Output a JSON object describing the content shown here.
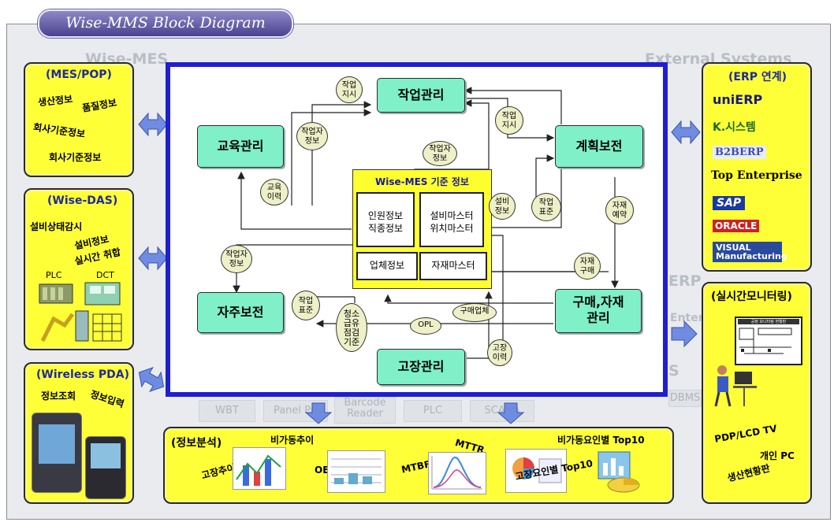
{
  "title": "Wise-MMS Block Diagram",
  "background_labels": {
    "wise_mes": "Wise-MES",
    "external_systems": "External Systems",
    "bottom_boxes": [
      "WBT",
      "Panel PC",
      "Barcode Reader",
      "PLC",
      "SCADA"
    ],
    "erp_fragment": "ERP",
    "enterprise_fragment": "Enter",
    "dbms": "DBMS",
    "ms_fragment": "S"
  },
  "mes_pop": {
    "title": "(MES/POP)",
    "items": [
      "생산정보",
      "품질정보",
      "회사기준정보",
      "회사기준정보"
    ]
  },
  "wise_das": {
    "title": "(Wise-DAS)",
    "items": [
      "설비상태감시",
      "설비정보",
      "실시간 취합"
    ],
    "device_labels": [
      "PLC",
      "DCT"
    ]
  },
  "wireless_pda": {
    "title": "(Wireless PDA)",
    "items": [
      "정보조회",
      "정보입력"
    ]
  },
  "erp": {
    "title": "(ERP 연계)",
    "items": [
      "uniERP",
      "K.시스템",
      "B2BERP",
      "Top Enterprise",
      "SAP",
      "ORACLE",
      "VISUAL Manufacturing"
    ]
  },
  "monitoring": {
    "title": "(실시간모니터링)",
    "items": [
      "PDP/LCD TV",
      "개인 PC",
      "생산현황판"
    ],
    "screen_title": "공정 모니터링 현황판"
  },
  "analysis": {
    "title": "(정보분석)",
    "items": [
      "비가동추이",
      "고장추이",
      "OEE",
      "MTBF",
      "MTTR",
      "비가동요인별 Top10",
      "고장요인별 Top10"
    ]
  },
  "diagram": {
    "nodes": {
      "work": "작업관리",
      "edu": "교육관리",
      "plan": "계획보전",
      "auto": "자주보전",
      "purchase": "구매,자재\n관리",
      "failure": "고장관리"
    },
    "standard": {
      "title": "Wise-MES 기준 정보",
      "personnel": "인원정보\n직종정보",
      "equipment": "설비마스터\n위치마스터",
      "vendor": "업체정보",
      "material": "자재마스터"
    },
    "bubbles": {
      "work_order1": "작업\n지시",
      "worker_info1": "작업자\n정보",
      "work_order2": "작업\n지시",
      "worker_info2": "작업자\n정보",
      "edu_history": "교육\n이력",
      "equip_info": "설비\n정보",
      "work_std1": "작업\n표준",
      "material_reserve": "자재\n예약",
      "worker_info3": "작업자\n정보",
      "material_buy": "자재\n구매",
      "work_std2": "작업\n표준",
      "cleaning": "청소\n급유\n점검\n기준",
      "vendor_buy": "구매업체",
      "opl": "OPL",
      "failure_history": "고장\n이력"
    }
  }
}
